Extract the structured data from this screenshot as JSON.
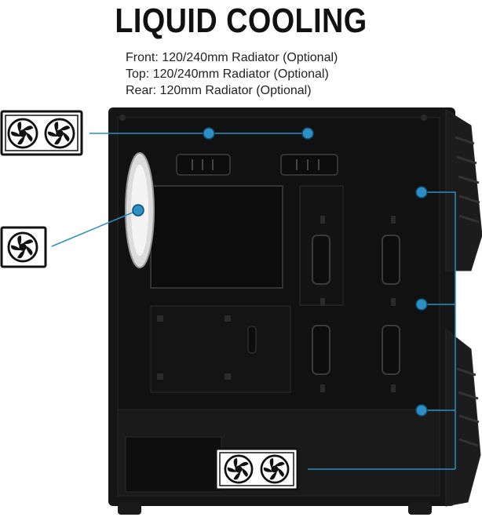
{
  "heading": {
    "title": "LIQUID COOLING"
  },
  "specs": [
    "Front: 120/240mm Radiator (Optional)",
    "Top: 120/240mm Radiator (Optional)",
    "Rear: 120mm Radiator (Optional)"
  ],
  "colors": {
    "accent": "#2d8fc4",
    "case": "#141414",
    "text": "#222222"
  }
}
